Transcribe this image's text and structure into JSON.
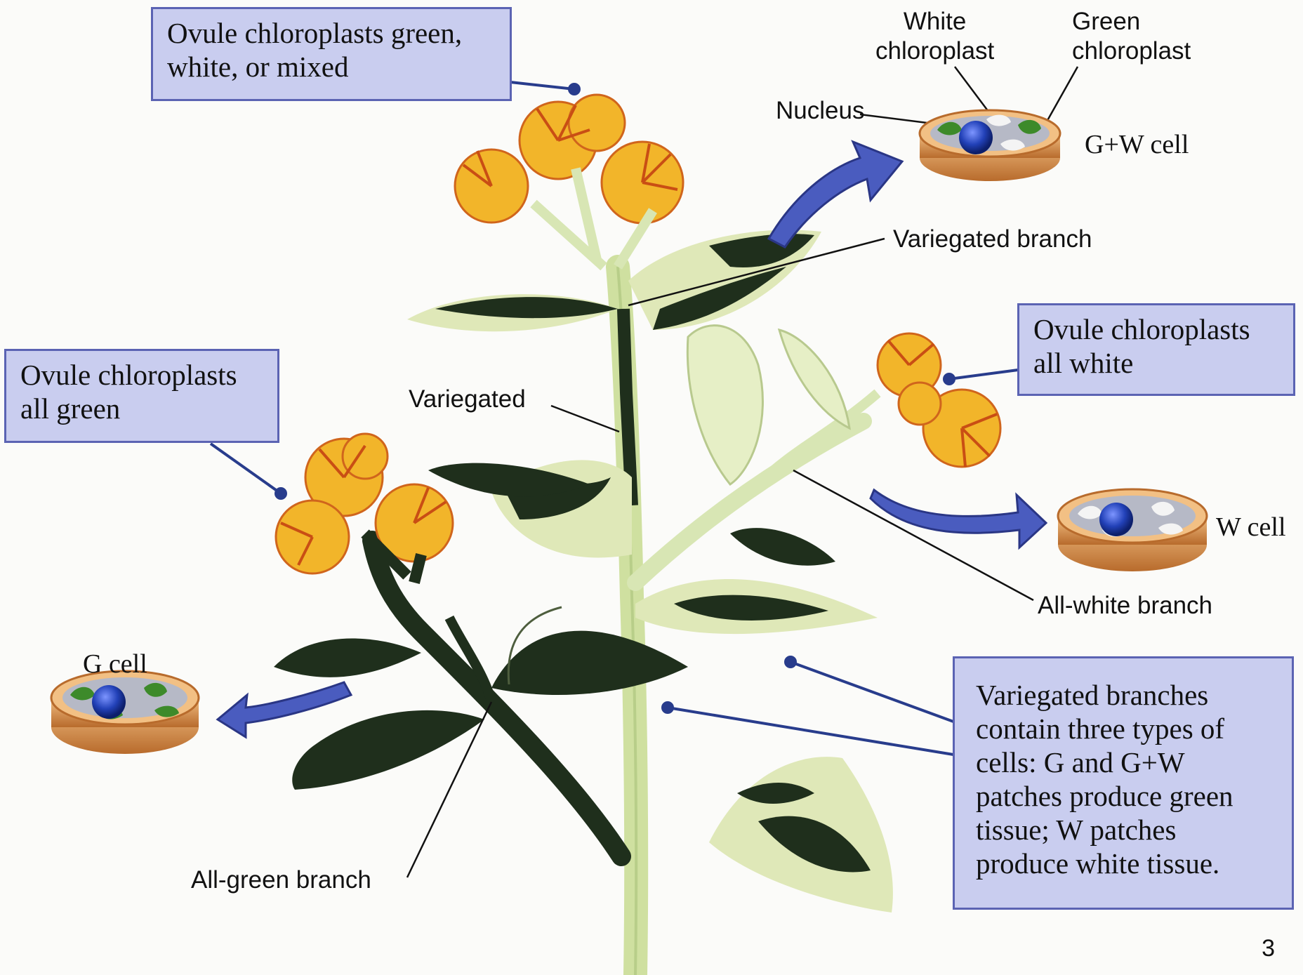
{
  "boxes": {
    "ovule_mixed": [
      "Ovule chloroplasts green,",
      "white, or mixed"
    ],
    "ovule_green": [
      "Ovule chloroplasts",
      "all green"
    ],
    "ovule_white": [
      "Ovule chloroplasts",
      "all white"
    ],
    "variegated_info": [
      "Variegated branches",
      "contain three types of",
      "cells:  G and G+W",
      "patches produce green",
      "tissue; W patches",
      "produce white tissue."
    ]
  },
  "labels": {
    "white_chloroplast": [
      "White",
      "chloroplast"
    ],
    "green_chloroplast": [
      "Green",
      "chloroplast"
    ],
    "nucleus": "Nucleus",
    "gw_cell": "G+W cell",
    "variegated_branch": "Variegated branch",
    "variegated": "Variegated",
    "w_cell": "W cell",
    "all_white_branch": "All-white branch",
    "g_cell": "G cell",
    "all_green_branch": "All-green branch"
  },
  "page_number": "3",
  "colors": {
    "box_fill": "#c9cdef",
    "box_border": "#5b63b3",
    "pointer_line": "#283c8c",
    "arrow": "#4a5cbf",
    "leaf_dark": "#1f2f1c",
    "leaf_light": "#dfe8b8",
    "stem": "#cfe0a0",
    "flower": "#f2b52a",
    "cell_rim": "#c8823e",
    "nucleus": "#2241b8",
    "green_chloroplast": "#3d8a2a",
    "white_chloroplast": "#f2f2f2"
  }
}
